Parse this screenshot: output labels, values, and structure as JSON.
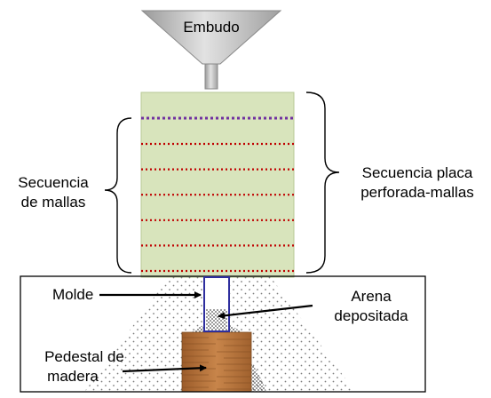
{
  "diagram": {
    "labels": {
      "funnel": "Embudo",
      "mesh_sequence": [
        "Secuencia",
        "de mallas"
      ],
      "plate_mesh_sequence": [
        "Secuencia placa",
        "perforada-mallas"
      ],
      "mold": "Molde",
      "deposited_sand": [
        "Arena",
        "depositada"
      ],
      "wood_pedestal": [
        "Pedestal de",
        "madera"
      ]
    },
    "colors": {
      "funnel_fill": "#bfbfbf",
      "tower_fill": "#d8e4bc",
      "tower_border": "#b7c996",
      "plate_line": "#7030a0",
      "mesh_line": "#c00000",
      "mold_border": "#2e2e9e",
      "wood": "#b8753a",
      "sand_dots": "#6e6e6e"
    },
    "mesh_count": 6
  }
}
